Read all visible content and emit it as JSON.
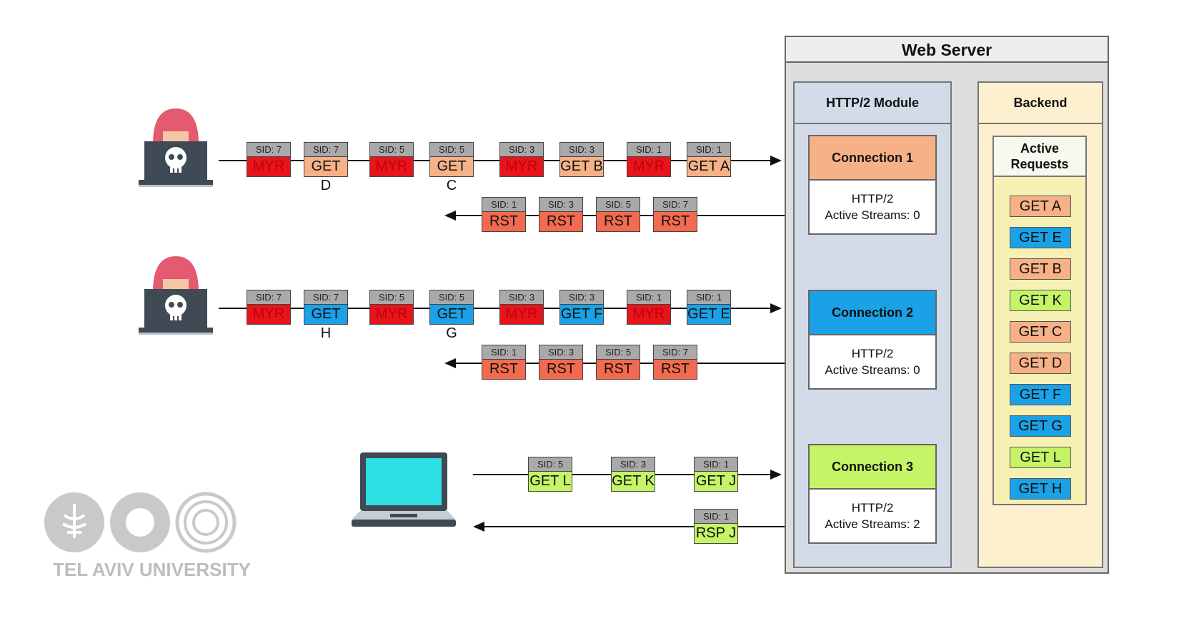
{
  "server": {
    "title": "Web Server"
  },
  "module": {
    "title": "HTTP/2 Module"
  },
  "backend": {
    "title": "Backend",
    "active_requests_title": "Active Requests",
    "items": [
      {
        "label": "GET A",
        "color": "#f7b187"
      },
      {
        "label": "GET E",
        "color": "#1aa1e6"
      },
      {
        "label": "GET B",
        "color": "#f7b187"
      },
      {
        "label": "GET K",
        "color": "#c5f467"
      },
      {
        "label": "GET C",
        "color": "#f7b187"
      },
      {
        "label": "GET D",
        "color": "#f7b187"
      },
      {
        "label": "GET F",
        "color": "#1aa1e6"
      },
      {
        "label": "GET G",
        "color": "#1aa1e6"
      },
      {
        "label": "GET L",
        "color": "#c5f467"
      },
      {
        "label": "GET H",
        "color": "#1aa1e6"
      }
    ]
  },
  "connections": [
    {
      "name": "Connection 1",
      "protocol": "HTTP/2",
      "streams": "Active Streams: 0",
      "color": "#f7b187"
    },
    {
      "name": "Connection 2",
      "protocol": "HTTP/2",
      "streams": "Active Streams: 0",
      "color": "#1aa1e6"
    },
    {
      "name": "Connection 3",
      "protocol": "HTTP/2",
      "streams": "Active Streams: 2",
      "color": "#c5f467"
    }
  ],
  "rows": {
    "attacker1_out": [
      {
        "sid": "SID: 7",
        "label": "MYR",
        "kind": "myr"
      },
      {
        "sid": "SID: 7",
        "label": "GET D",
        "kind": "orange"
      },
      {
        "sid": "SID: 5",
        "label": "MYR",
        "kind": "myr"
      },
      {
        "sid": "SID: 5",
        "label": "GET C",
        "kind": "orange"
      },
      {
        "sid": "SID: 3",
        "label": "MYR",
        "kind": "myr"
      },
      {
        "sid": "SID: 3",
        "label": "GET B",
        "kind": "orange"
      },
      {
        "sid": "SID: 1",
        "label": "MYR",
        "kind": "myr"
      },
      {
        "sid": "SID: 1",
        "label": "GET A",
        "kind": "orange"
      }
    ],
    "attacker1_in": [
      {
        "sid": "SID: 1",
        "label": "RST",
        "kind": "rst"
      },
      {
        "sid": "SID: 3",
        "label": "RST",
        "kind": "rst"
      },
      {
        "sid": "SID: 5",
        "label": "RST",
        "kind": "rst"
      },
      {
        "sid": "SID: 7",
        "label": "RST",
        "kind": "rst"
      }
    ],
    "attacker2_out": [
      {
        "sid": "SID: 7",
        "label": "MYR",
        "kind": "myr"
      },
      {
        "sid": "SID: 7",
        "label": "GET H",
        "kind": "blue"
      },
      {
        "sid": "SID: 5",
        "label": "MYR",
        "kind": "myr"
      },
      {
        "sid": "SID: 5",
        "label": "GET G",
        "kind": "blue"
      },
      {
        "sid": "SID: 3",
        "label": "MYR",
        "kind": "myr"
      },
      {
        "sid": "SID: 3",
        "label": "GET F",
        "kind": "blue"
      },
      {
        "sid": "SID: 1",
        "label": "MYR",
        "kind": "myr"
      },
      {
        "sid": "SID: 1",
        "label": "GET E",
        "kind": "blue"
      }
    ],
    "attacker2_in": [
      {
        "sid": "SID: 1",
        "label": "RST",
        "kind": "rst"
      },
      {
        "sid": "SID: 3",
        "label": "RST",
        "kind": "rst"
      },
      {
        "sid": "SID: 5",
        "label": "RST",
        "kind": "rst"
      },
      {
        "sid": "SID: 7",
        "label": "RST",
        "kind": "rst"
      }
    ],
    "client_out": [
      {
        "sid": "SID: 5",
        "label": "GET L",
        "kind": "green"
      },
      {
        "sid": "SID: 3",
        "label": "GET K",
        "kind": "green"
      },
      {
        "sid": "SID: 1",
        "label": "GET J",
        "kind": "green"
      }
    ],
    "client_in": [
      {
        "sid": "SID: 1",
        "label": "RSP J",
        "kind": "green"
      }
    ]
  },
  "logo": {
    "text": "TEL AVIV UNIVERSITY"
  }
}
